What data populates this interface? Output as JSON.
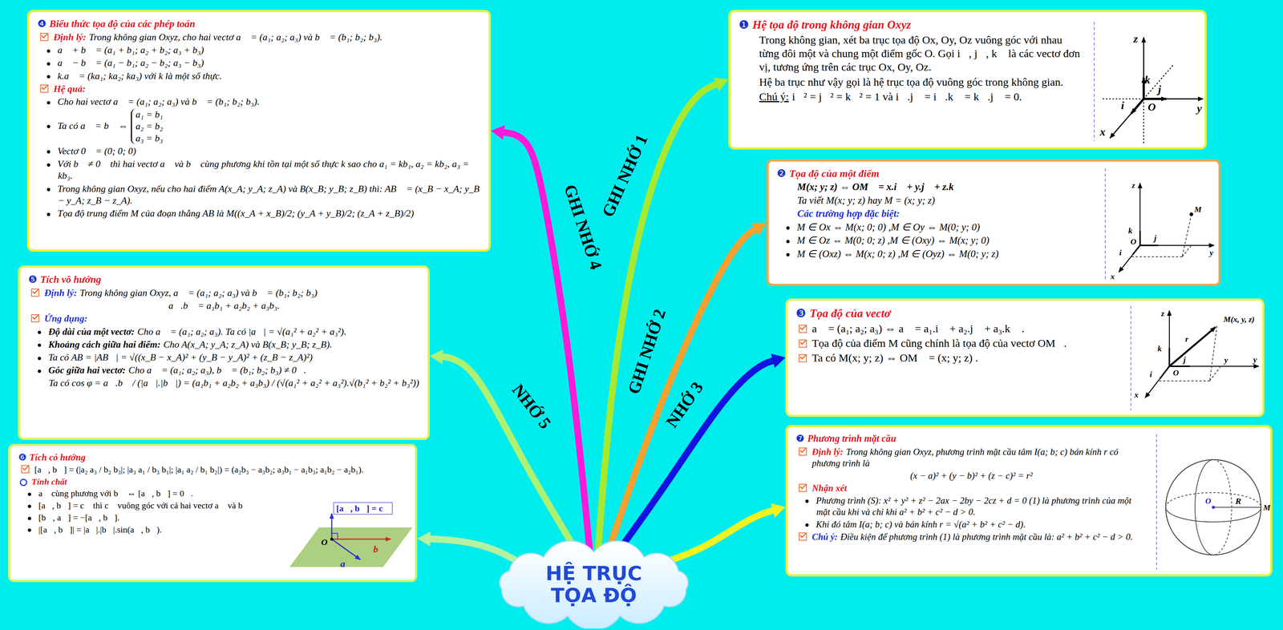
{
  "diagram": {
    "nodes": [
      {
        "text": [
          "HỆ TRỤC TỌA ĐỘ"
        ]
      },
      {
        "text": [
          "❶",
          "Hệ tọa độ trong không gian Oxyz",
          "Trong không gian, xét ba trục tọa độ Ox, Oy, Oz vuông góc với nhau từng đôi một và chung một điểm gốc O. Gọi i⃗, j⃗, k⃗ là các vectơ đơn vị, tương ứng trên các trục Ox, Oy, Oz.",
          "Hệ ba trục như vậy gọi là hệ trục tọa độ vuông góc trong không gian.",
          "Chú ý:",
          "i⃗² = j⃗² = k⃗² = 1 và i⃗.j⃗ = i⃗.k⃗ = k⃗.j⃗ = 0."
        ]
      },
      {
        "text": [
          "❷",
          "Tọa độ của một điểm",
          "M(x; y; z) ⇔ OM⃗ = x.i⃗ + y.j⃗ + z.k⃗",
          "Ta viết M(x; y; z) hay M = (x; y; z)",
          "Các trường hợp đặc biệt:",
          "M ∈ Ox ⇔ M(x; 0; 0) ,M ∈ Oy ⇔ M(0; y; 0)",
          "M ∈ Oz ⇔ M(0; 0; z) ,M ∈ (Oxy) ⇔ M(x; y; 0)",
          "M ∈ (Oxz) ⇔ M(x; 0; z) ,M ∈ (Oyz) ⇔ M(0; y; z)"
        ]
      },
      {
        "text": [
          "❸",
          "Tọa độ của vectơ",
          "a⃗ = (a₁; a₂; a₃) ⇔ a⃗ = a₁.i⃗ + a₂.j⃗ + a₃.k⃗ .",
          "Tọa độ của điểm M cũng chính là tọa độ của vectơ OM⃗.",
          "Ta có M(x; y; z) ⇔ OM⃗ = (x; y; z) ."
        ]
      },
      {
        "text": [
          "❹",
          "Biểu thức tọa độ của các phép toán",
          "Định lý:",
          "Trong không gian Oxyz, cho hai vectơ a⃗ = (a₁; a₂; a₃) và b⃗ = (b₁; b₂; b₃).",
          "a⃗ + b⃗ = (a₁ + b₁; a₂ + b₂; a₃ + b₃)",
          "a⃗ − b⃗ = (a₁ − b₁; a₂ − b₂; a₃ − b₃)",
          "k.a⃗ = (ka₁; ka₂; ka₃) với k là một số thực.",
          "Hệ quả:",
          "Cho hai vectơ a⃗ = (a₁; a₂; a₃) và b⃗ = (b₁; b₂; b₃).",
          "Ta có a⃗ = b⃗ ⇔",
          "a₁ = b₁",
          "a₂ = b₂",
          "a₃ = b₃",
          "Vectơ 0⃗ = (0; 0; 0)",
          "Với b⃗ ≠ 0⃗ thì hai vectơ a⃗ và b⃗ cùng phương khi tồn tại một số thực k sao cho a₁ = kb₁, a₂ = kb₂, a₃ = kb₃.",
          "Trong không gian Oxyz, nếu cho hai điểm A(x_A; y_A; z_A) và B(x_B; y_B; z_B) thì: AB⃗ = (x_B − x_A; y_B − y_A; z_B − z_A).",
          "Tọa độ trung điểm M của đoạn thẳng AB là M((x_A + x_B)/2; (y_A + y_B)/2; (z_A + z_B)/2)"
        ]
      },
      {
        "text": [
          "❺",
          "Tích vô hướng",
          "Định lý:",
          "Trong không gian Oxyz, a⃗ = (a₁; a₂; a₃) và b⃗ = (b₁; b₂; b₃)",
          "a⃗.b⃗ = a₁b₁ + a₂b₂ + a₃b₃.",
          "Ứng dụng:",
          "Độ dài của một vectơ:",
          "Cho a⃗ = (a₁; a₂; a₃). Ta có |a⃗| = √(a₁² + a₂² + a₃²).",
          "Khoảng cách giữa hai điểm:",
          "Cho A(x_A; y_A; z_A) và B(x_B; y_B; z_B).",
          "Ta có AB = |AB⃗| = √((x_B − x_A)² + (y_B − y_A)² + (z_B − z_A)²)",
          "Góc giữa hai vectơ:",
          "Cho a⃗ = (a₁; a₂; a₃), b⃗ = (b₁; b₂; b₃) ≠ 0⃗.",
          "Ta có cos φ = a⃗.b⃗ / (|a⃗|.|b⃗|) = (a₁b₁ + a₂b₂ + a₃b₃) / (√(a₁² + a₂² + a₃²).√(b₁² + b₂² + b₃²))"
        ]
      },
      {
        "text": [
          "❻",
          "Tích có hướng",
          "[a⃗, b⃗] = (|a₂ a₃ / b₂ b₃|; |a₃ a₁ / b₃ b₁|; |a₁ a₂ / b₁ b₂|) = (a₂b₃ − a₃b₂; a₃b₁ − a₁b₃; a₁b₂ − a₂b₁).",
          "Tính chất",
          "a⃗ cùng phương với b⃗ ⇔ [a⃗, b⃗] = 0⃗.",
          "[a⃗, b⃗] = c⃗ thì c⃗ vuông góc với cả hai vectơ a⃗ và b⃗",
          "[b⃗, a⃗] = −[a⃗, b⃗].",
          "|[a⃗, b⃗]| = |a⃗|.|b⃗|.sin(a⃗, b⃗)."
        ]
      },
      {
        "text": [
          "❼",
          "Phương trình mặt cầu",
          "Định lý:",
          "Trong không gian Oxyz, phương trình mặt cầu tâm I(a; b; c) bán kính r có phương trình là",
          "(x − a)² + (y − b)² + (z − c)² = r²",
          "Nhận xét",
          "Phương trình (S): x² + y² + z² − 2ax − 2by − 2cz + d = 0 (1) là phương trình của một mặt cầu khi và chỉ khi a² + b² + c² − d > 0.",
          "Khi đó tâm I(a; b; c) và bán kính r = √(a² + b² + c² − d).",
          "Chú ý:",
          "Điều kiện để phương trình (1) là phương trình mặt cầu là: a² + b² + c² − d > 0."
        ]
      }
    ],
    "edges": [
      {
        "from": 0,
        "to": 1,
        "arrow": "to",
        "label": "GHI NHỚ 1"
      },
      {
        "from": 0,
        "to": 2,
        "arrow": "to",
        "label": "GHI NHỚ 2"
      },
      {
        "from": 0,
        "to": 3,
        "arrow": "to",
        "label": "NHỚ 3"
      },
      {
        "from": 0,
        "to": 4,
        "arrow": "to",
        "label": "GHI NHỚ 4"
      },
      {
        "from": 0,
        "to": 5,
        "arrow": "to",
        "label": "NHỚ 5"
      },
      {
        "from": 0,
        "to": 6,
        "arrow": "to"
      },
      {
        "from": 0,
        "to": 7,
        "arrow": "to"
      }
    ],
    "labels": [
      "z",
      "k⃗",
      "j⃗",
      "O",
      "y",
      "i⃗",
      "x",
      "z",
      "M",
      "k⃗",
      "O",
      "j⃗",
      "y",
      "i⃗",
      "x",
      "z",
      "M(x, y, z)",
      "r⃗",
      "k⃗",
      "j⃗",
      "O",
      "y",
      "y",
      "x",
      "i⃗",
      "[a⃗, b⃗] = c⃗",
      "O",
      "a⃗",
      "b⃗",
      "O",
      "R",
      "M"
    ]
  }
}
